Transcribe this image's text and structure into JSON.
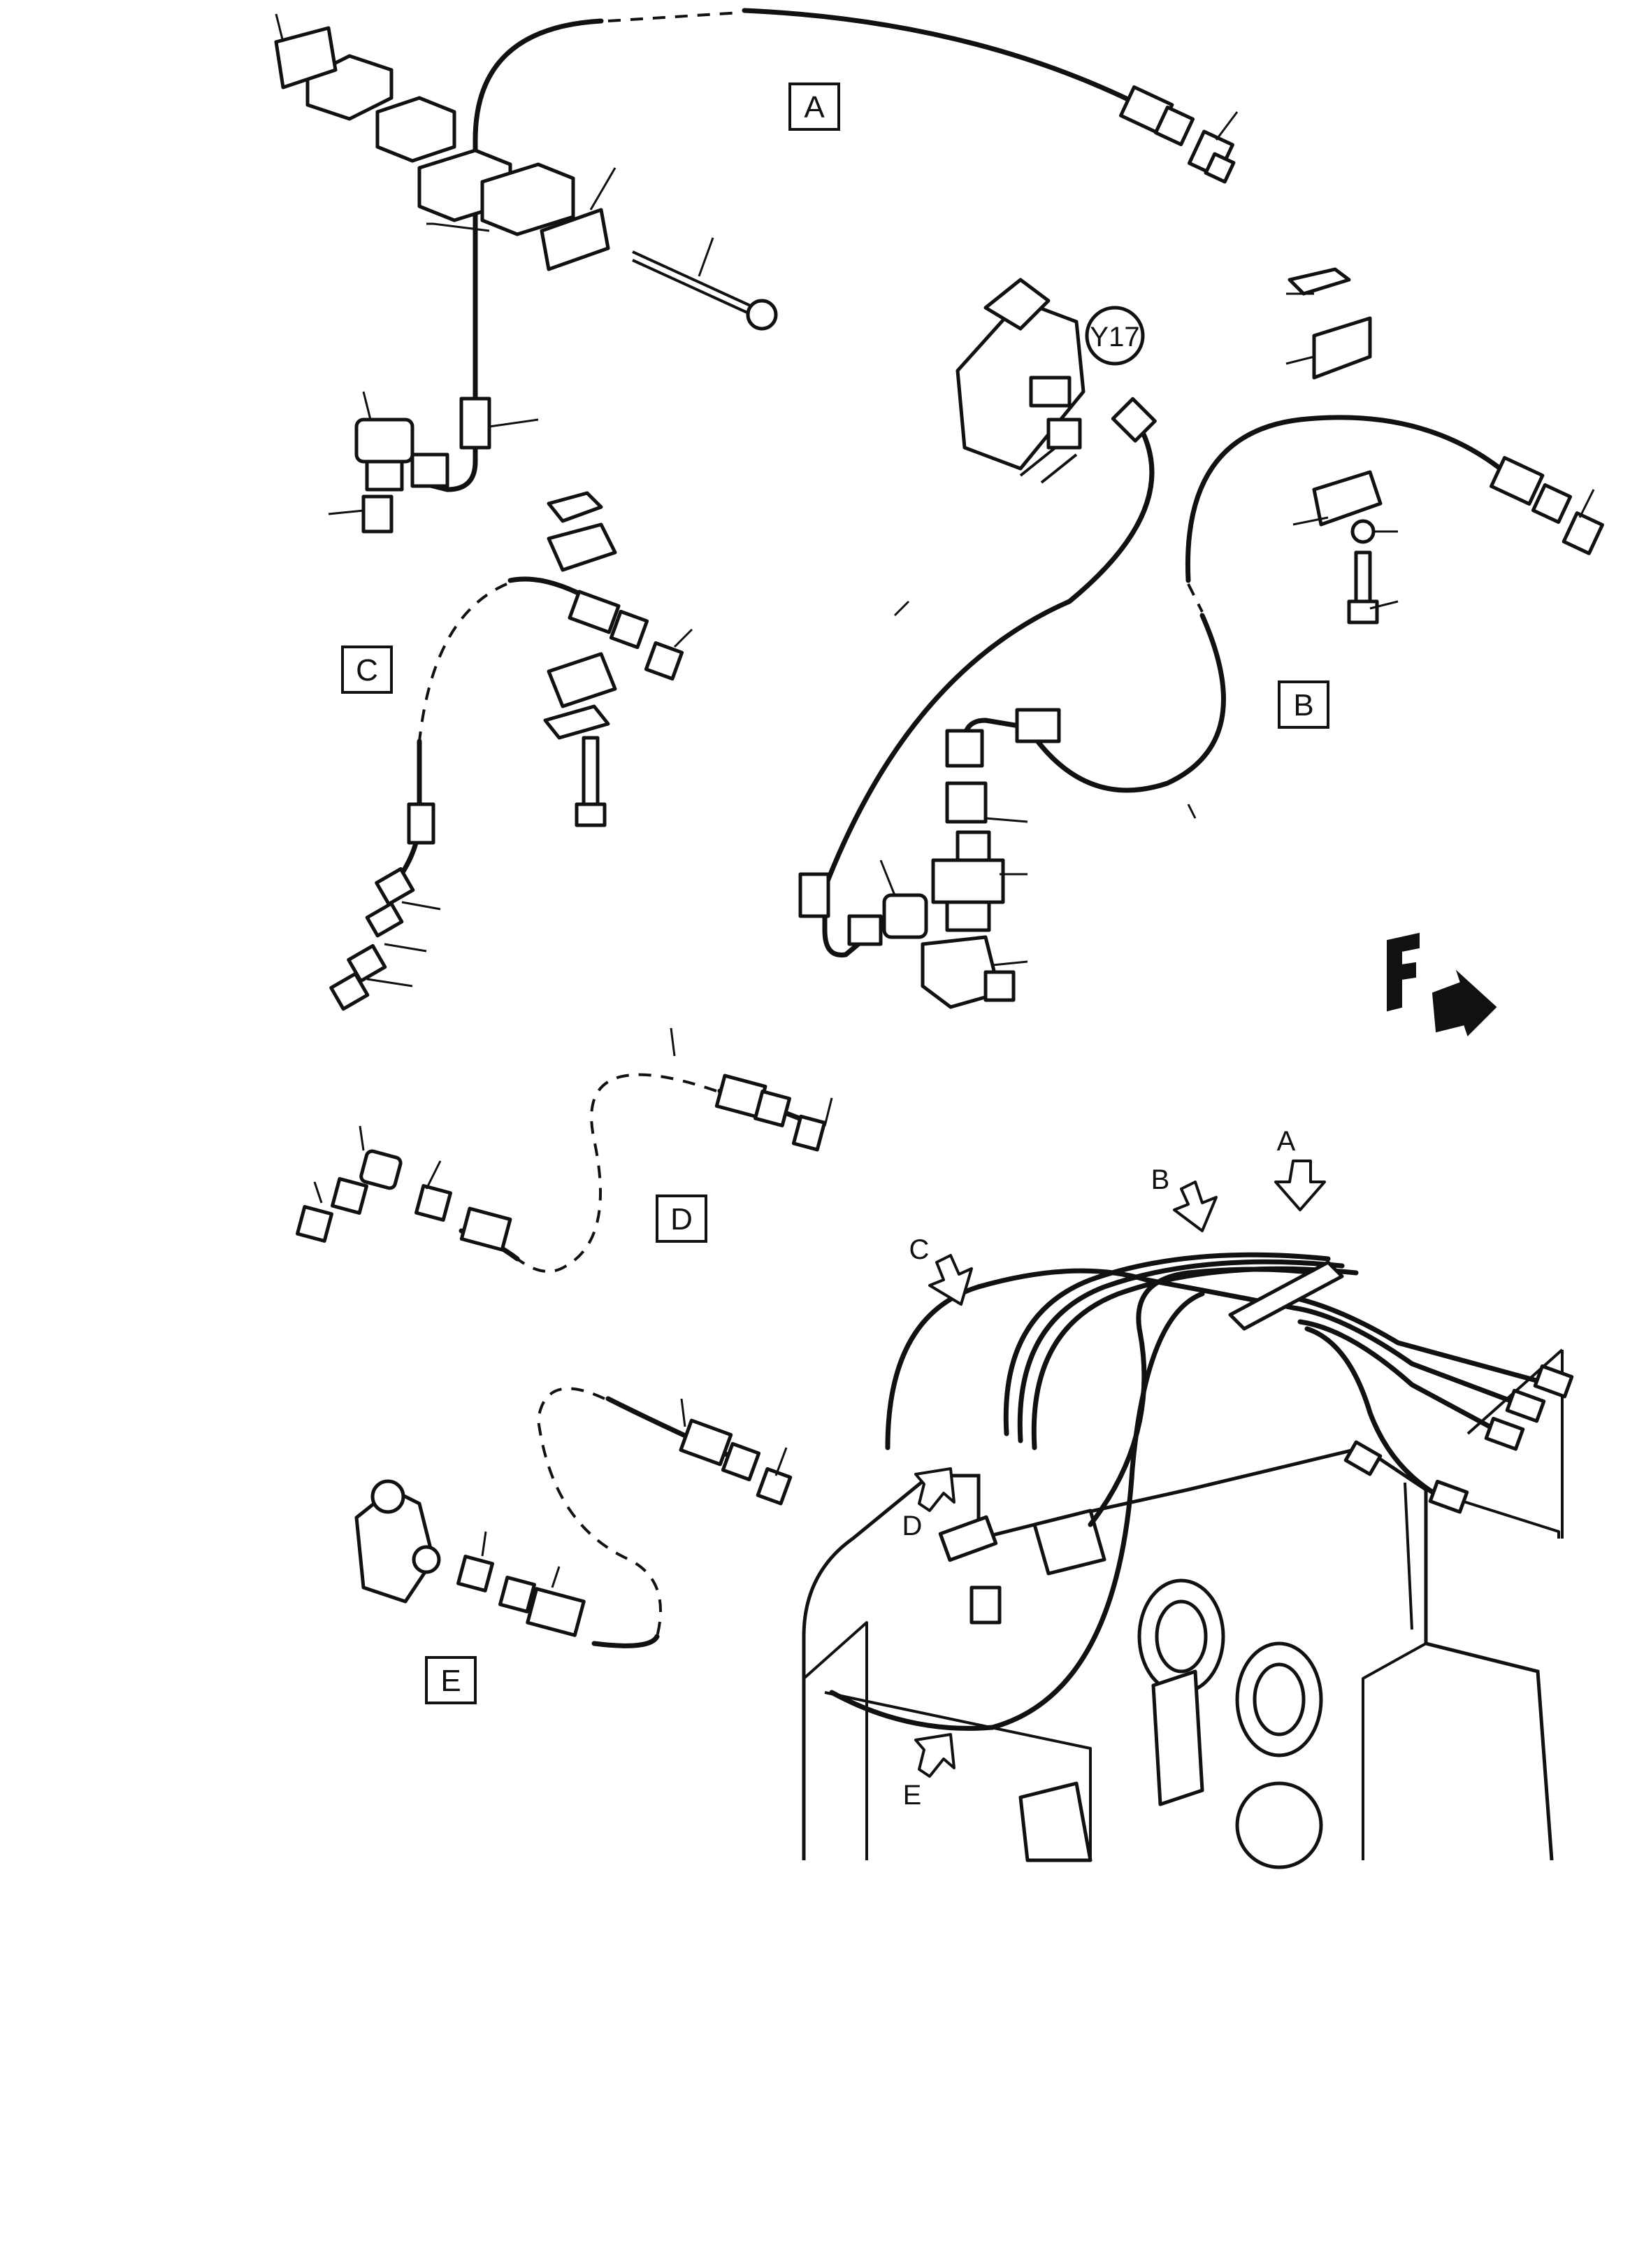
{
  "labels": {
    "A": "A",
    "B": "B",
    "C": "C",
    "D": "D",
    "E": "E",
    "Y17": "Y17",
    "F": "F"
  },
  "callouts": {
    "A": "A",
    "B": "B",
    "C": "C",
    "D": "D",
    "E": "E"
  },
  "colors": {
    "ink": "#111111",
    "paper": "#ffffff"
  },
  "icons": {
    "direction": "forward-arrow-icon"
  }
}
